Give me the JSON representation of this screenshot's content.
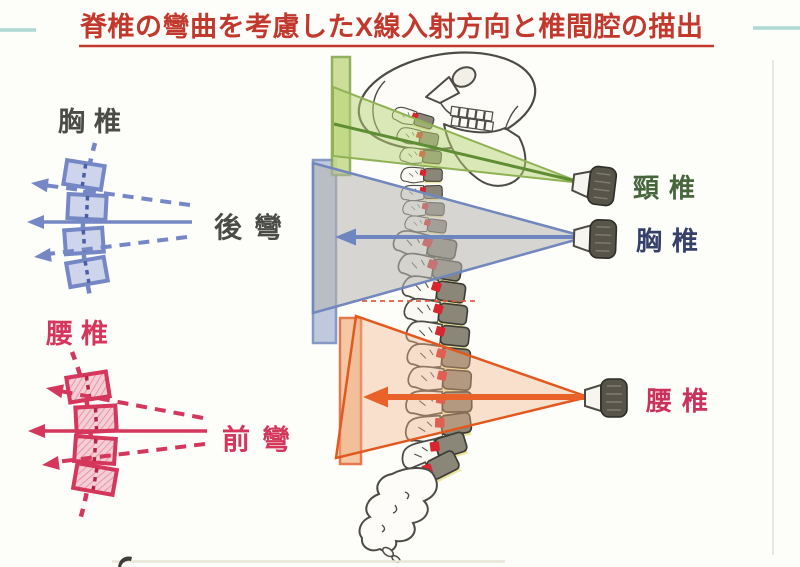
{
  "title": {
    "text": "脊椎の彎曲を考慮したX線入射方向と椎間腔の描出",
    "color": "#c2382c"
  },
  "left_panel": {
    "thoracic": {
      "region_label": "胸椎",
      "curve_label": "後彎",
      "color": "#4b4b48",
      "block_color": "#7687c5"
    },
    "lumbar": {
      "region_label": "腰椎",
      "curve_label": "前彎",
      "color": "#d4365c",
      "block_color": "#d4365c"
    }
  },
  "right_panel": {
    "items": [
      {
        "label": "頸椎",
        "color": "#47663c",
        "beam_color": "#8fb254",
        "icon": "xray-tube-icon"
      },
      {
        "label": "胸椎",
        "color": "#35406b",
        "beam_color": "#7187bd",
        "icon": "xray-tube-icon"
      },
      {
        "label": "腰椎",
        "color": "#c9325a",
        "beam_color": "#e2581f",
        "icon": "xray-tube-icon"
      }
    ]
  },
  "illustration": {
    "skull_icon": "skull-icon",
    "spine_icon": "spine-illustration",
    "film_plates": [
      "film-plate-cervical-green",
      "film-plate-thoracic-blue",
      "film-plate-lumbar-orange"
    ],
    "disc_marker_color": "#d8262e"
  },
  "colors": {
    "title_red": "#c2382c",
    "teal_accent": "#aed9d4",
    "beam_green_fill": "#b8d375",
    "beam_gray_fill": "#b7b4af",
    "beam_orange_fill": "#f0b489",
    "bone_gray": "#8a8779",
    "disc_yellow": "#ece59f"
  }
}
